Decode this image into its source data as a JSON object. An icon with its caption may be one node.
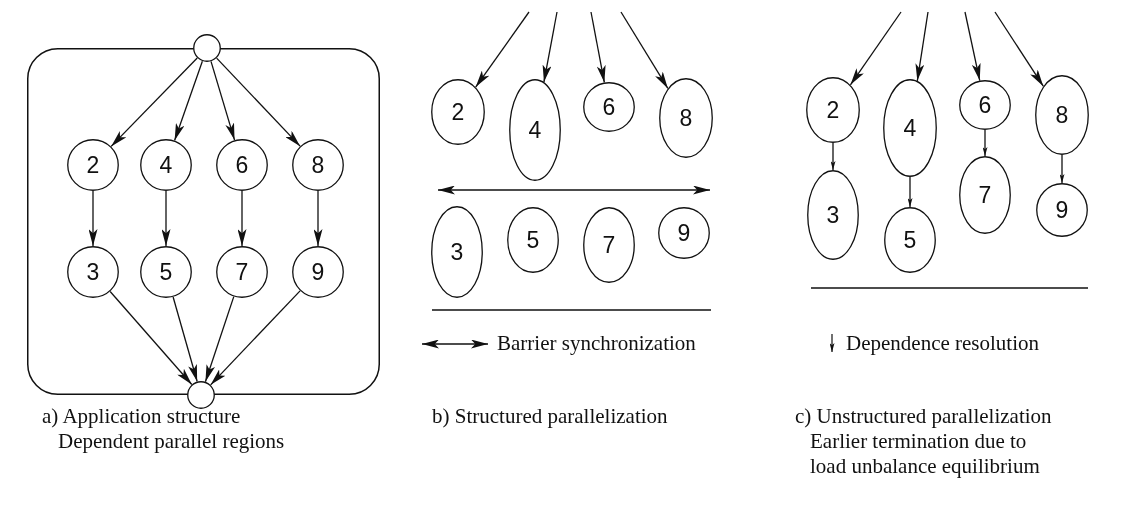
{
  "diagram": {
    "nodes": [
      {
        "text": [],
        "shape": "box"
      },
      {
        "text": [],
        "shape": "circle"
      },
      {
        "text": [
          "2"
        ],
        "in": 0
      },
      {
        "text": [
          "4"
        ],
        "in": 0
      },
      {
        "text": [
          "6"
        ],
        "in": 0
      },
      {
        "text": [
          "8"
        ],
        "in": 0
      },
      {
        "text": [
          "3"
        ],
        "in": 0
      },
      {
        "text": [
          "5"
        ],
        "in": 0
      },
      {
        "text": [
          "7"
        ],
        "in": 0
      },
      {
        "text": [
          "9"
        ],
        "in": 0
      },
      {
        "text": [],
        "shape": "circle"
      },
      {
        "text": [
          "2"
        ]
      },
      {
        "text": [
          "4"
        ]
      },
      {
        "text": [
          "6"
        ]
      },
      {
        "text": [
          "8"
        ]
      },
      {
        "text": [
          "3"
        ]
      },
      {
        "text": [
          "5"
        ]
      },
      {
        "text": [
          "7"
        ]
      },
      {
        "text": [
          "9"
        ]
      },
      {
        "text": [
          "2"
        ]
      },
      {
        "text": [
          "4"
        ]
      },
      {
        "text": [
          "6"
        ]
      },
      {
        "text": [
          "8"
        ]
      },
      {
        "text": [
          "3"
        ]
      },
      {
        "text": [
          "5"
        ]
      },
      {
        "text": [
          "7"
        ]
      },
      {
        "text": [
          "9"
        ]
      }
    ],
    "edges": [
      {
        "from": 1,
        "to": 2,
        "arrow": "to"
      },
      {
        "from": 1,
        "to": 3,
        "arrow": "to"
      },
      {
        "from": 1,
        "to": 4,
        "arrow": "to"
      },
      {
        "from": 1,
        "to": 5,
        "arrow": "to"
      },
      {
        "from": 2,
        "to": 6,
        "arrow": "to"
      },
      {
        "from": 3,
        "to": 7,
        "arrow": "to"
      },
      {
        "from": 4,
        "to": 8,
        "arrow": "to"
      },
      {
        "from": 5,
        "to": 9,
        "arrow": "to"
      },
      {
        "from": 6,
        "to": 10,
        "arrow": "to"
      },
      {
        "from": 7,
        "to": 10,
        "arrow": "to"
      },
      {
        "from": 8,
        "to": 10,
        "arrow": "to"
      },
      {
        "from": 9,
        "to": 10,
        "arrow": "to"
      },
      {
        "from": null,
        "to": 11,
        "arrow": "to"
      },
      {
        "from": null,
        "to": 12,
        "arrow": "to"
      },
      {
        "from": null,
        "to": 13,
        "arrow": "to"
      },
      {
        "from": null,
        "to": 14,
        "arrow": "to"
      },
      {
        "from": null,
        "to": 19,
        "arrow": "to"
      },
      {
        "from": null,
        "to": 20,
        "arrow": "to"
      },
      {
        "from": null,
        "to": 21,
        "arrow": "to"
      },
      {
        "from": null,
        "to": 22,
        "arrow": "to"
      },
      {
        "from": 19,
        "to": 23,
        "arrow": "to"
      },
      {
        "from": 20,
        "to": 24,
        "arrow": "to"
      },
      {
        "from": 21,
        "to": 25,
        "arrow": "to"
      },
      {
        "from": 22,
        "to": 26,
        "arrow": "to"
      }
    ],
    "labels": [
      "a) Application structure",
      "Dependent parallel regions",
      "b) Structured parallelization",
      "c) Unstructured parallelization",
      "Earlier termination due to load unbalance equilibrium"
    ],
    "legend": [
      {
        "text": "Barrier synchronization"
      },
      {
        "text": "Dependence resolution"
      }
    ]
  }
}
